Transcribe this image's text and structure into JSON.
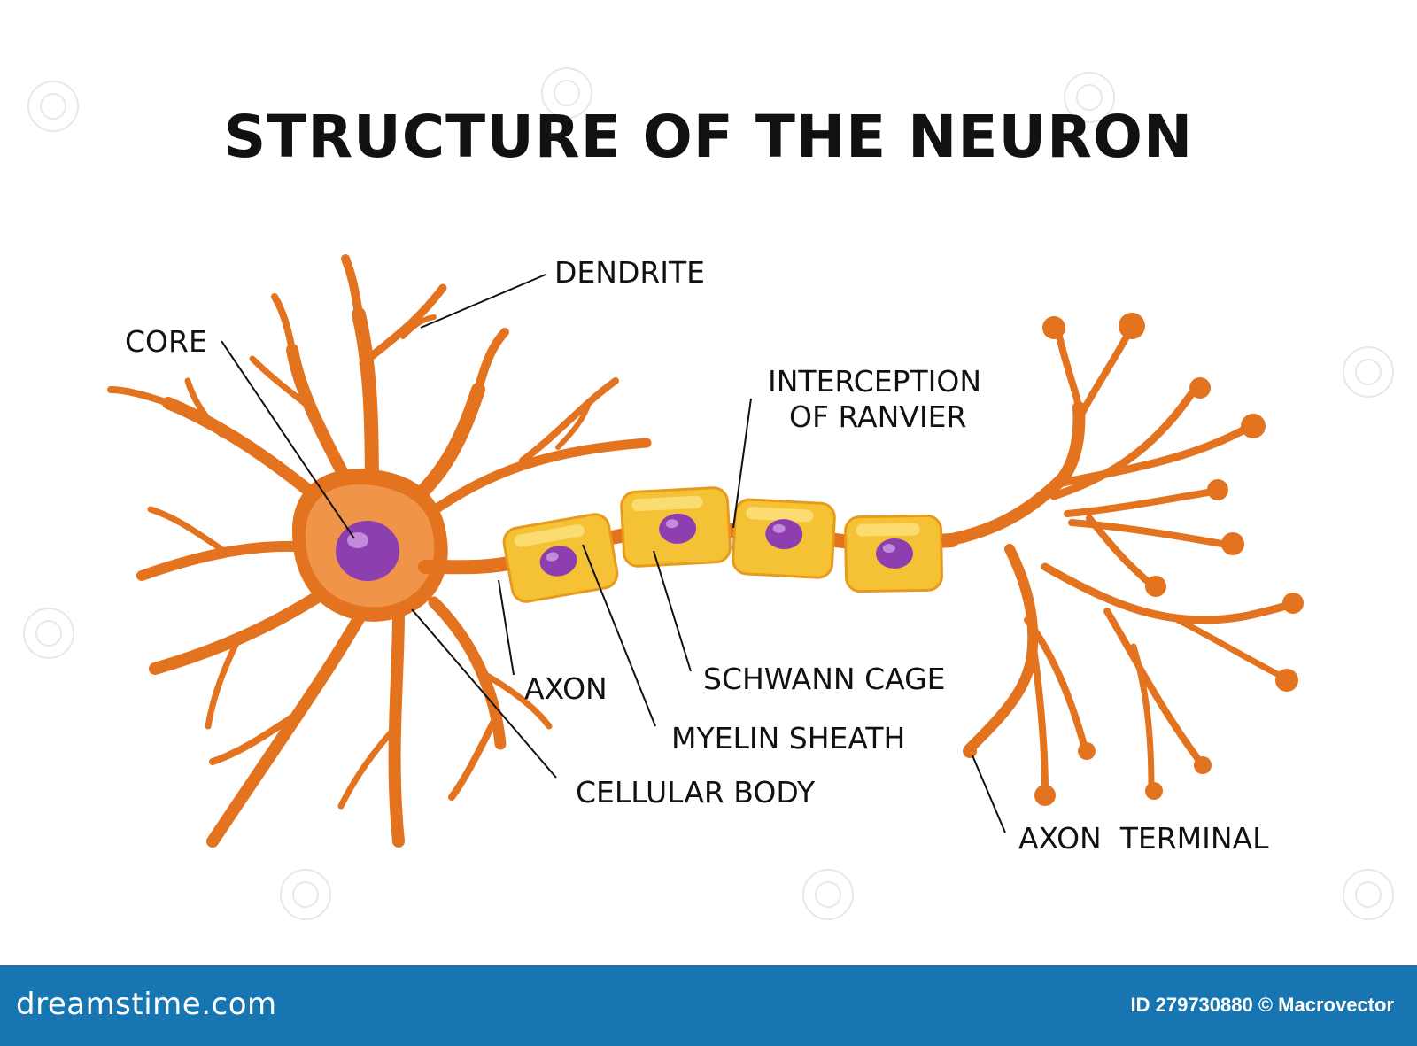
{
  "title": "STRUCTURE OF THE NEURON",
  "labels": {
    "dendrite": "DENDRITE",
    "core": "CORE",
    "interception_line1": "INTERCEPTION",
    "interception_line2": "OF RANVIER",
    "axon": "AXON",
    "schwann_cage": "SCHWANN CAGE",
    "myelin_sheath": "MYELIN SHEATH",
    "cellular_body": "CELLULAR BODY",
    "axon_terminal": "AXON  TERMINAL"
  },
  "footer": {
    "brand": "dreamstime.com",
    "credit": "ID 279730880 © Macrovector"
  },
  "colors": {
    "neuron": "#e3731f",
    "soma": "#f0944a",
    "myelin": "#f6c235",
    "nucleus": "#8d3fb0",
    "footer": "#1776b2"
  }
}
